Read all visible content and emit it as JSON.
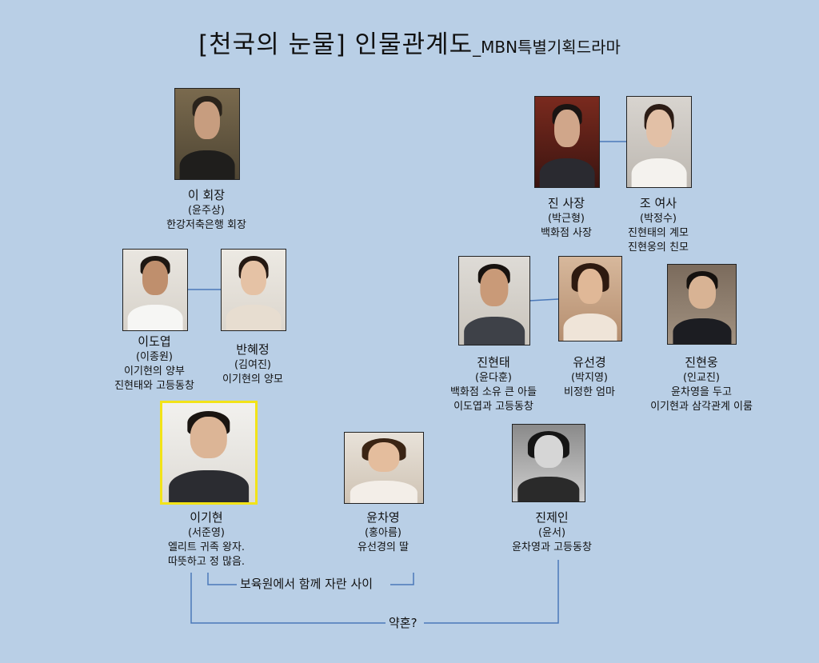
{
  "title": {
    "main": "[천국의 눈물] 인물관계도",
    "sub": "_MBN특별기획드라마"
  },
  "nodes": {
    "lee_hoejang": {
      "name": "이 회장",
      "actor": "(윤주상)",
      "desc1": "한강저축은행 회장",
      "desc2": ""
    },
    "jin_sajang": {
      "name": "진 사장",
      "actor": "(박근형)",
      "desc1": "백화점 사장",
      "desc2": ""
    },
    "jo_yeosa": {
      "name": "조 여사",
      "actor": "(박정수)",
      "desc1": "진현태의 계모",
      "desc2": "진현웅의 친모"
    },
    "lee_doyeop": {
      "name": "이도엽",
      "actor": "(이종원)",
      "desc1": "이기현의 양부",
      "desc2": "진현태와 고등동창"
    },
    "ban_hyejeong": {
      "name": "반혜정",
      "actor": "(김여진)",
      "desc1": "이기현의 양모",
      "desc2": ""
    },
    "jin_hyeontae": {
      "name": "진현태",
      "actor": "(윤다훈)",
      "desc1": "백화점 소유 큰 아들",
      "desc2": "이도엽과 고등동창"
    },
    "yu_seongyeong": {
      "name": "유선경",
      "actor": "(박지영)",
      "desc1": "비정한 엄마",
      "desc2": ""
    },
    "jin_hyeonung": {
      "name": "진현웅",
      "actor": "(인교진)",
      "desc1": "윤차영을 두고",
      "desc2": "이기현과 삼각관계 이룸"
    },
    "lee_gihyeon": {
      "name": "이기현",
      "actor": "(서준영)",
      "desc1": "엘리트 귀족 왕자.",
      "desc2": "따뜻하고 정 많음."
    },
    "yun_chayeong": {
      "name": "윤차영",
      "actor": "(홍아름)",
      "desc1": "유선경의 딸",
      "desc2": ""
    },
    "jin_jein": {
      "name": "진제인",
      "actor": "(윤서)",
      "desc1": "윤차영과 고등동창",
      "desc2": ""
    }
  },
  "relations": {
    "orphanage": "보육원에서 함께 자란 사이",
    "engagement": "약혼?"
  },
  "colors": {
    "background": "#b9cfe6",
    "line": "#4a78b8",
    "highlight": "#f2e318"
  }
}
